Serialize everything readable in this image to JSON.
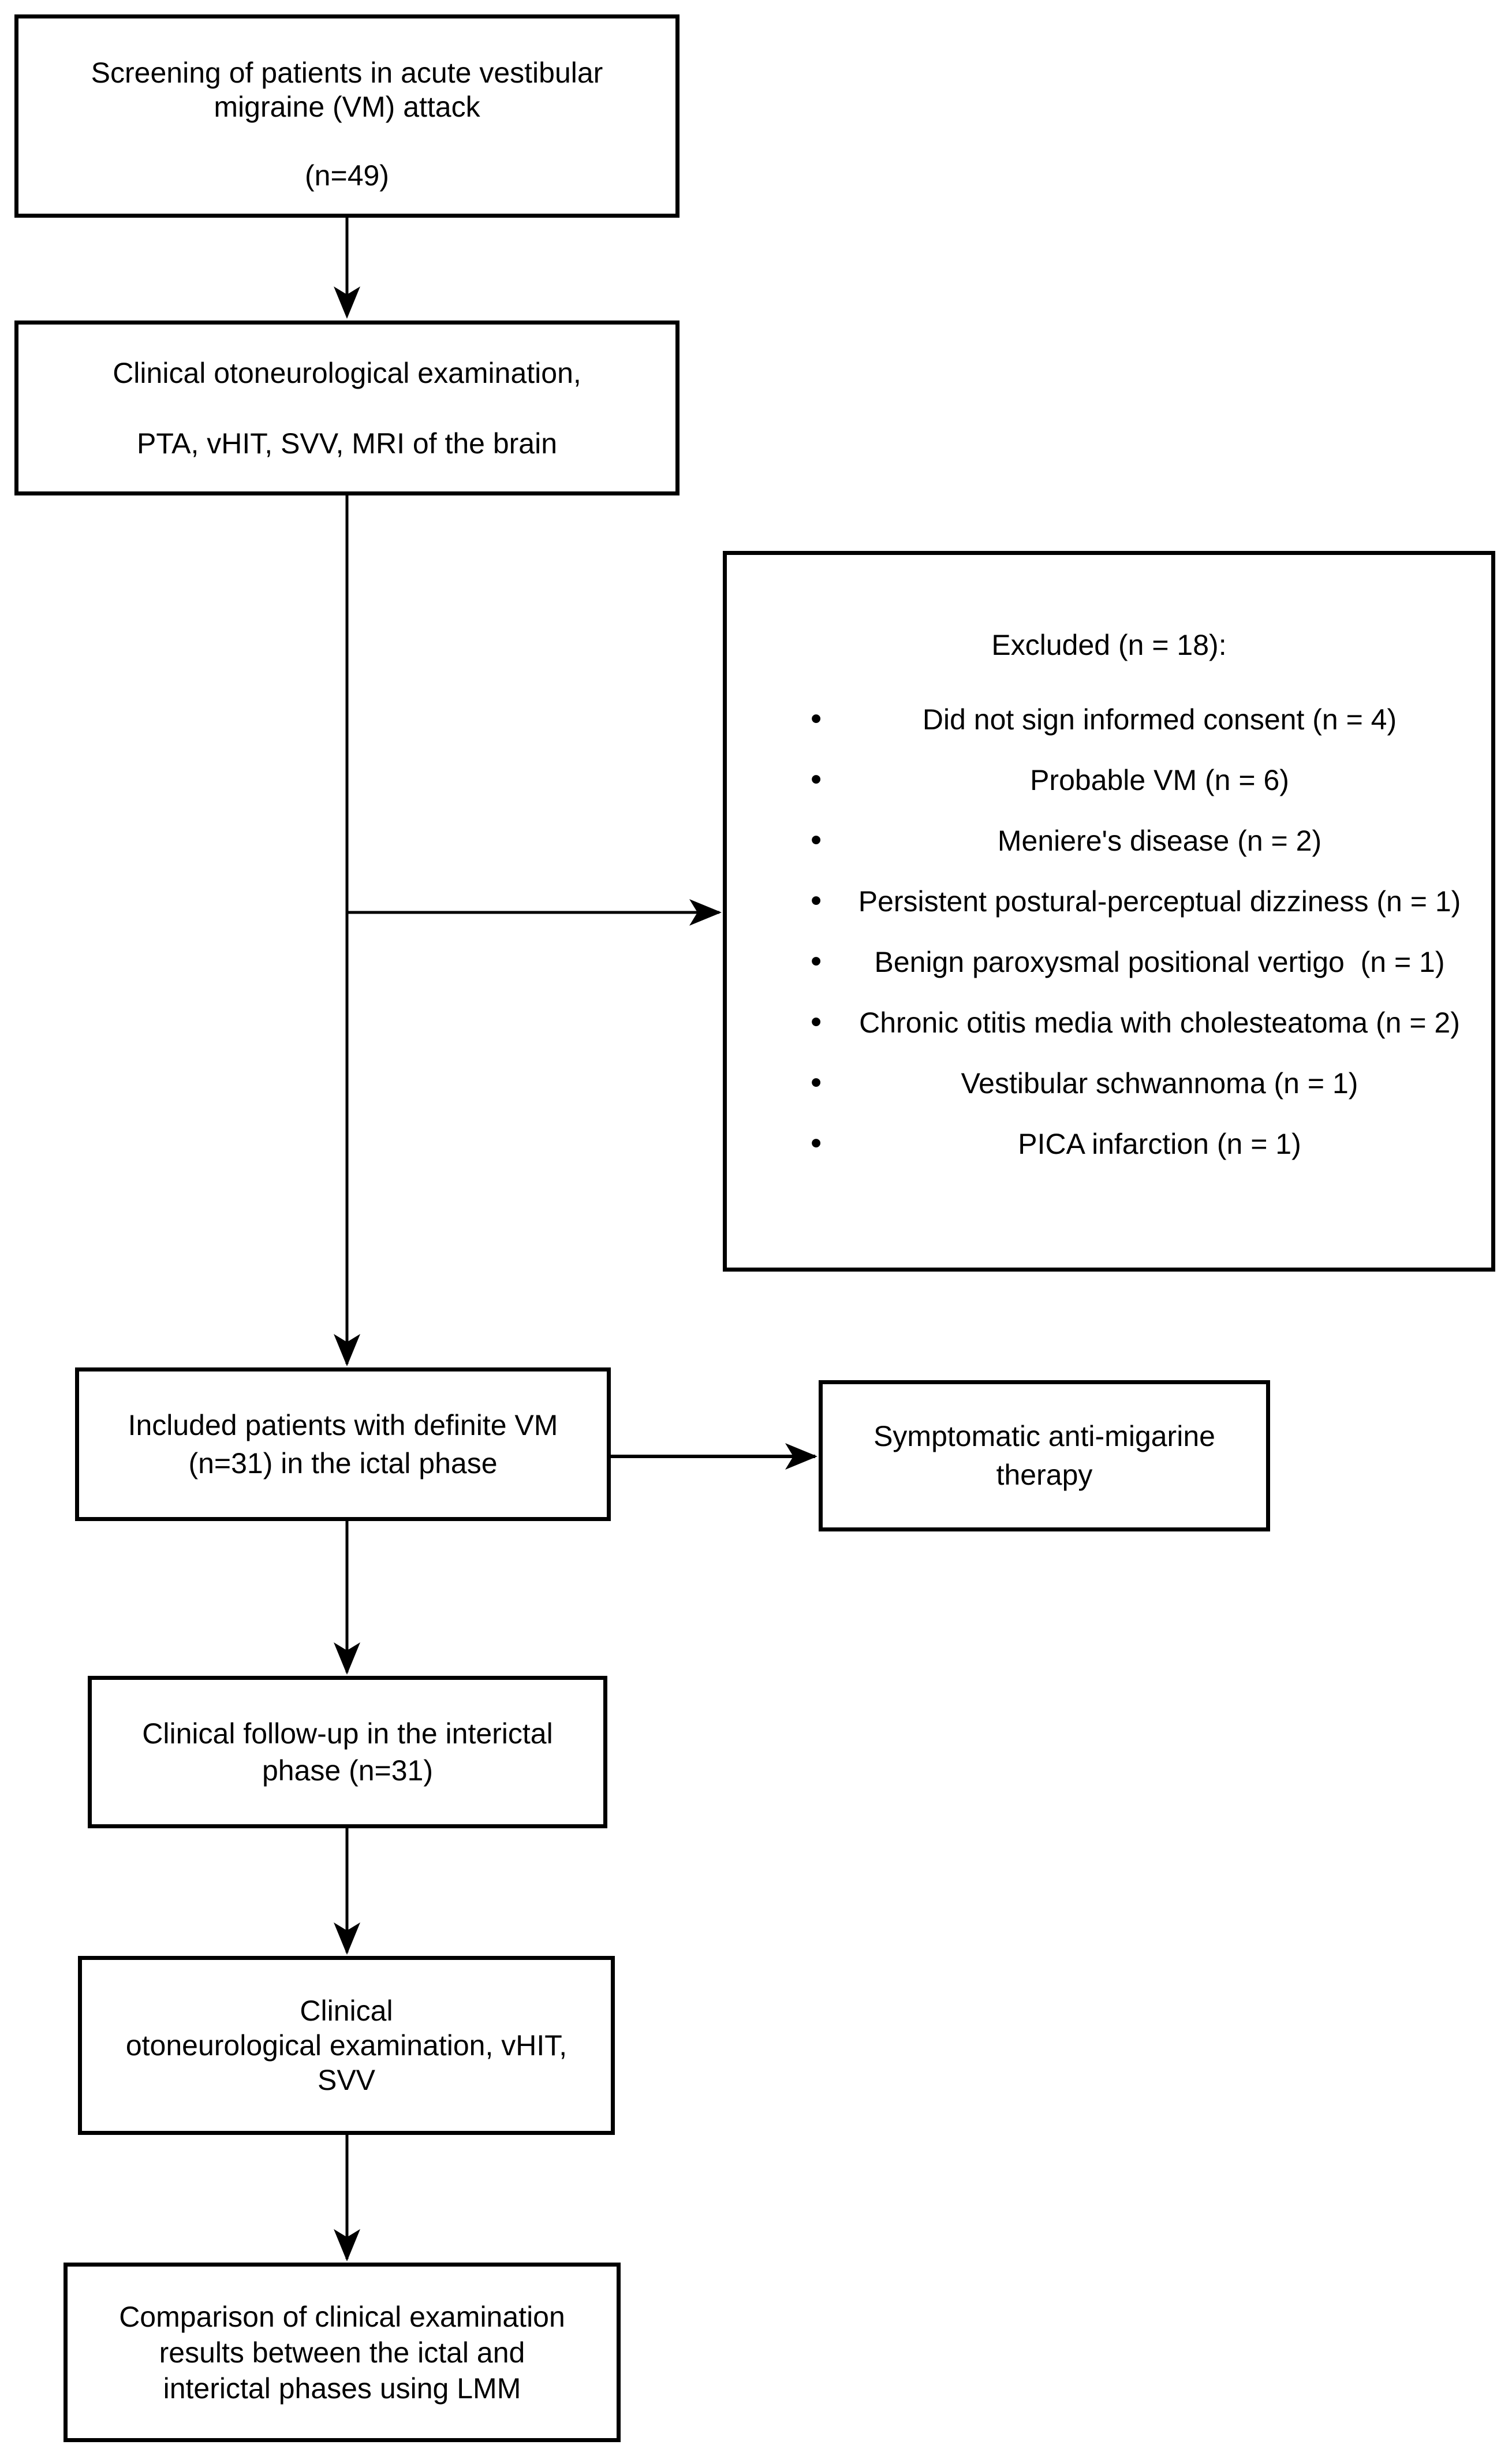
{
  "style": {
    "background_color": "#ffffff",
    "line_color": "#000000",
    "text_color": "#000000"
  },
  "boxes": {
    "screening": {
      "line1": "Screening of patients in acute vestibular",
      "line2": "migraine (VM) attack",
      "n": "(n=49)"
    },
    "examination_ictal": {
      "line1": "Clinical otoneurological examination,",
      "line2": "PTA, vHIT, SVV, MRI of the brain"
    },
    "excluded": {
      "heading": "Excluded (n = 18):",
      "bullet_glyph": "•",
      "items": [
        "Did not sign informed consent (n = 4)",
        "Probable VM (n = 6)",
        "Meniere's disease (n = 2)",
        "Persistent postural-perceptual dizziness (n = 1)",
        "Benign paroxysmal positional vertigo  (n = 1)",
        "Chronic otitis media with cholesteatoma (n = 2)",
        "Vestibular schwannoma (n = 1)",
        "PICA infarction (n = 1)"
      ]
    },
    "included": {
      "line1": "Included patients with definite VM",
      "line2": "(n=31) in the ictal phase"
    },
    "symptomatic_therapy": {
      "line1": "Symptomatic anti-migarine",
      "line2": "therapy"
    },
    "followup": {
      "line1": "Clinical follow-up in the interictal",
      "line2": "phase (n=31)"
    },
    "examination_interictal": {
      "line1": "Clinical",
      "line2": "otoneurological examination, vHIT,",
      "line3": "SVV"
    },
    "comparison": {
      "line1": "Comparison of clinical examination",
      "line2": "results between the ictal and",
      "line3": "interictal phases using LMM"
    }
  }
}
